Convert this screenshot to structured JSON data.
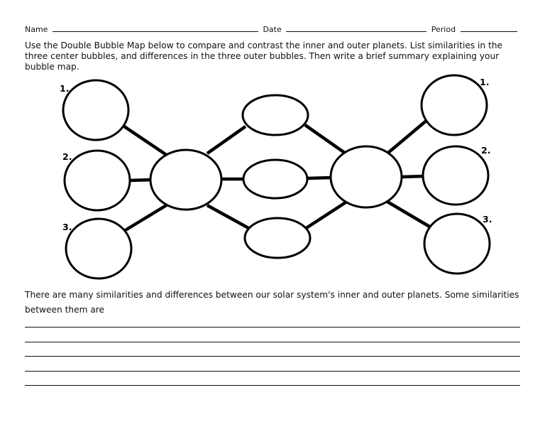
{
  "header": {
    "name_label": "Name",
    "date_label": "Date",
    "period_label": "Period"
  },
  "instructions": "Use the Double Bubble Map below to compare and contrast the inner and outer planets. List similarities in the three center bubbles, and differences in the three outer bubbles. Then write a brief summary explaining your bubble map.",
  "bubble_map": {
    "left_numbers": [
      "1.",
      "2.",
      "3."
    ],
    "right_numbers": [
      "1.",
      "2.",
      "3."
    ]
  },
  "summary_prompt": "There are many similarities and differences between our solar system's inner and outer planets. Some similarities between them are"
}
